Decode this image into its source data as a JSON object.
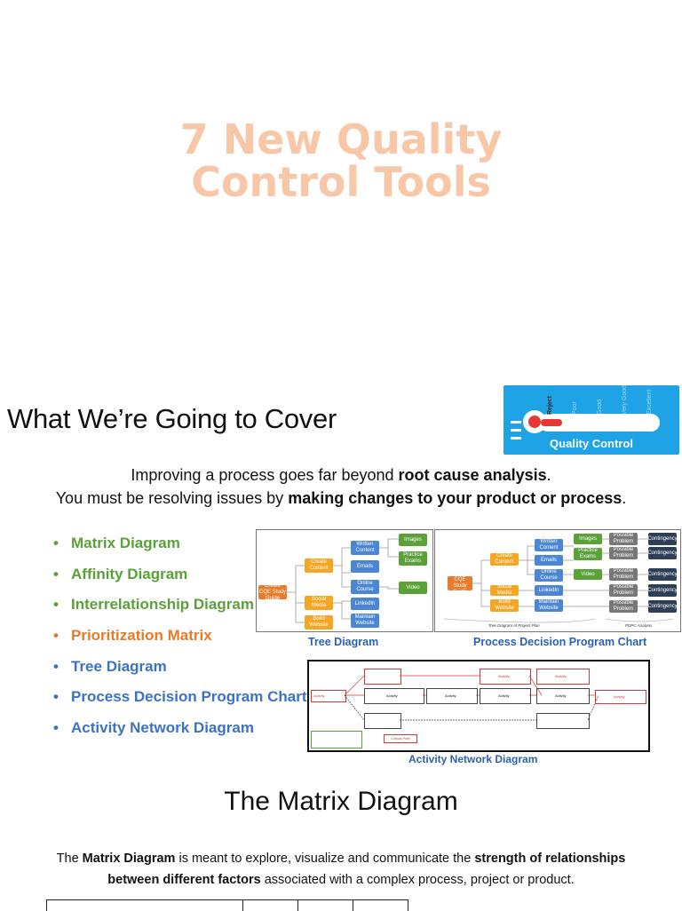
{
  "slide1": {
    "title_line1": "7 New Quality",
    "title_line2": "Control Tools"
  },
  "slide2": {
    "heading": "What We’re Going to Cover",
    "badge": {
      "caption": "Quality Control",
      "scale": [
        "Reject",
        "Poor",
        "Good",
        "Very Good",
        "Excellent"
      ]
    },
    "intro": [
      {
        "plain": "Improving a process goes far beyond ",
        "bold": "root cause analysis",
        "end": "."
      },
      {
        "plain": "You must be resolving issues by ",
        "bold": "making changes to your product or process",
        "end": "."
      }
    ],
    "bullets": [
      {
        "label": "Matrix Diagram",
        "color": "#5aa137"
      },
      {
        "label": "Affinity Diagram",
        "color": "#5aa137"
      },
      {
        "label": "Interrelationship Diagram",
        "color": "#5aa137"
      },
      {
        "label": "Prioritization Matrix",
        "color": "#e97a26"
      },
      {
        "label": "Tree Diagram",
        "color": "#3b72c7"
      },
      {
        "label": "Process Decision Program Chart",
        "color": "#3b72c7"
      },
      {
        "label": "Activity Network Diagram",
        "color": "#3b72c7"
      }
    ],
    "tree_diagram": {
      "caption": "Tree Diagram",
      "root": "Create CQE Study Guide",
      "level2": [
        "Create Content",
        "Social Media",
        "Build Website"
      ],
      "level3": [
        "Written Content",
        "Emails",
        "Online Course",
        "LinkedIn",
        "Maintain Website"
      ],
      "level4": [
        "Images",
        "Practice Exams",
        "Video"
      ]
    },
    "pdpc": {
      "caption": "Process Decision Program Chart",
      "sub_left": "Tree Diagram of Project Plan",
      "sub_right": "PDPC Analysis",
      "problem_label": "Possible Problem",
      "contingency_label": "Contingency"
    },
    "activity_network": {
      "caption": "Activity Network Diagram",
      "activity_label": "Activity",
      "critical_path": "Critical Path"
    }
  },
  "slide3": {
    "heading": "The Matrix Diagram",
    "desc1_a": "The ",
    "desc1_b": "Matrix Diagram",
    "desc1_c": " is meant to explore, visualize and communicate the ",
    "desc1_d": "strength of relationships",
    "desc2_a": "between different factors",
    "desc2_b": " associated with a complex process, project or product."
  }
}
